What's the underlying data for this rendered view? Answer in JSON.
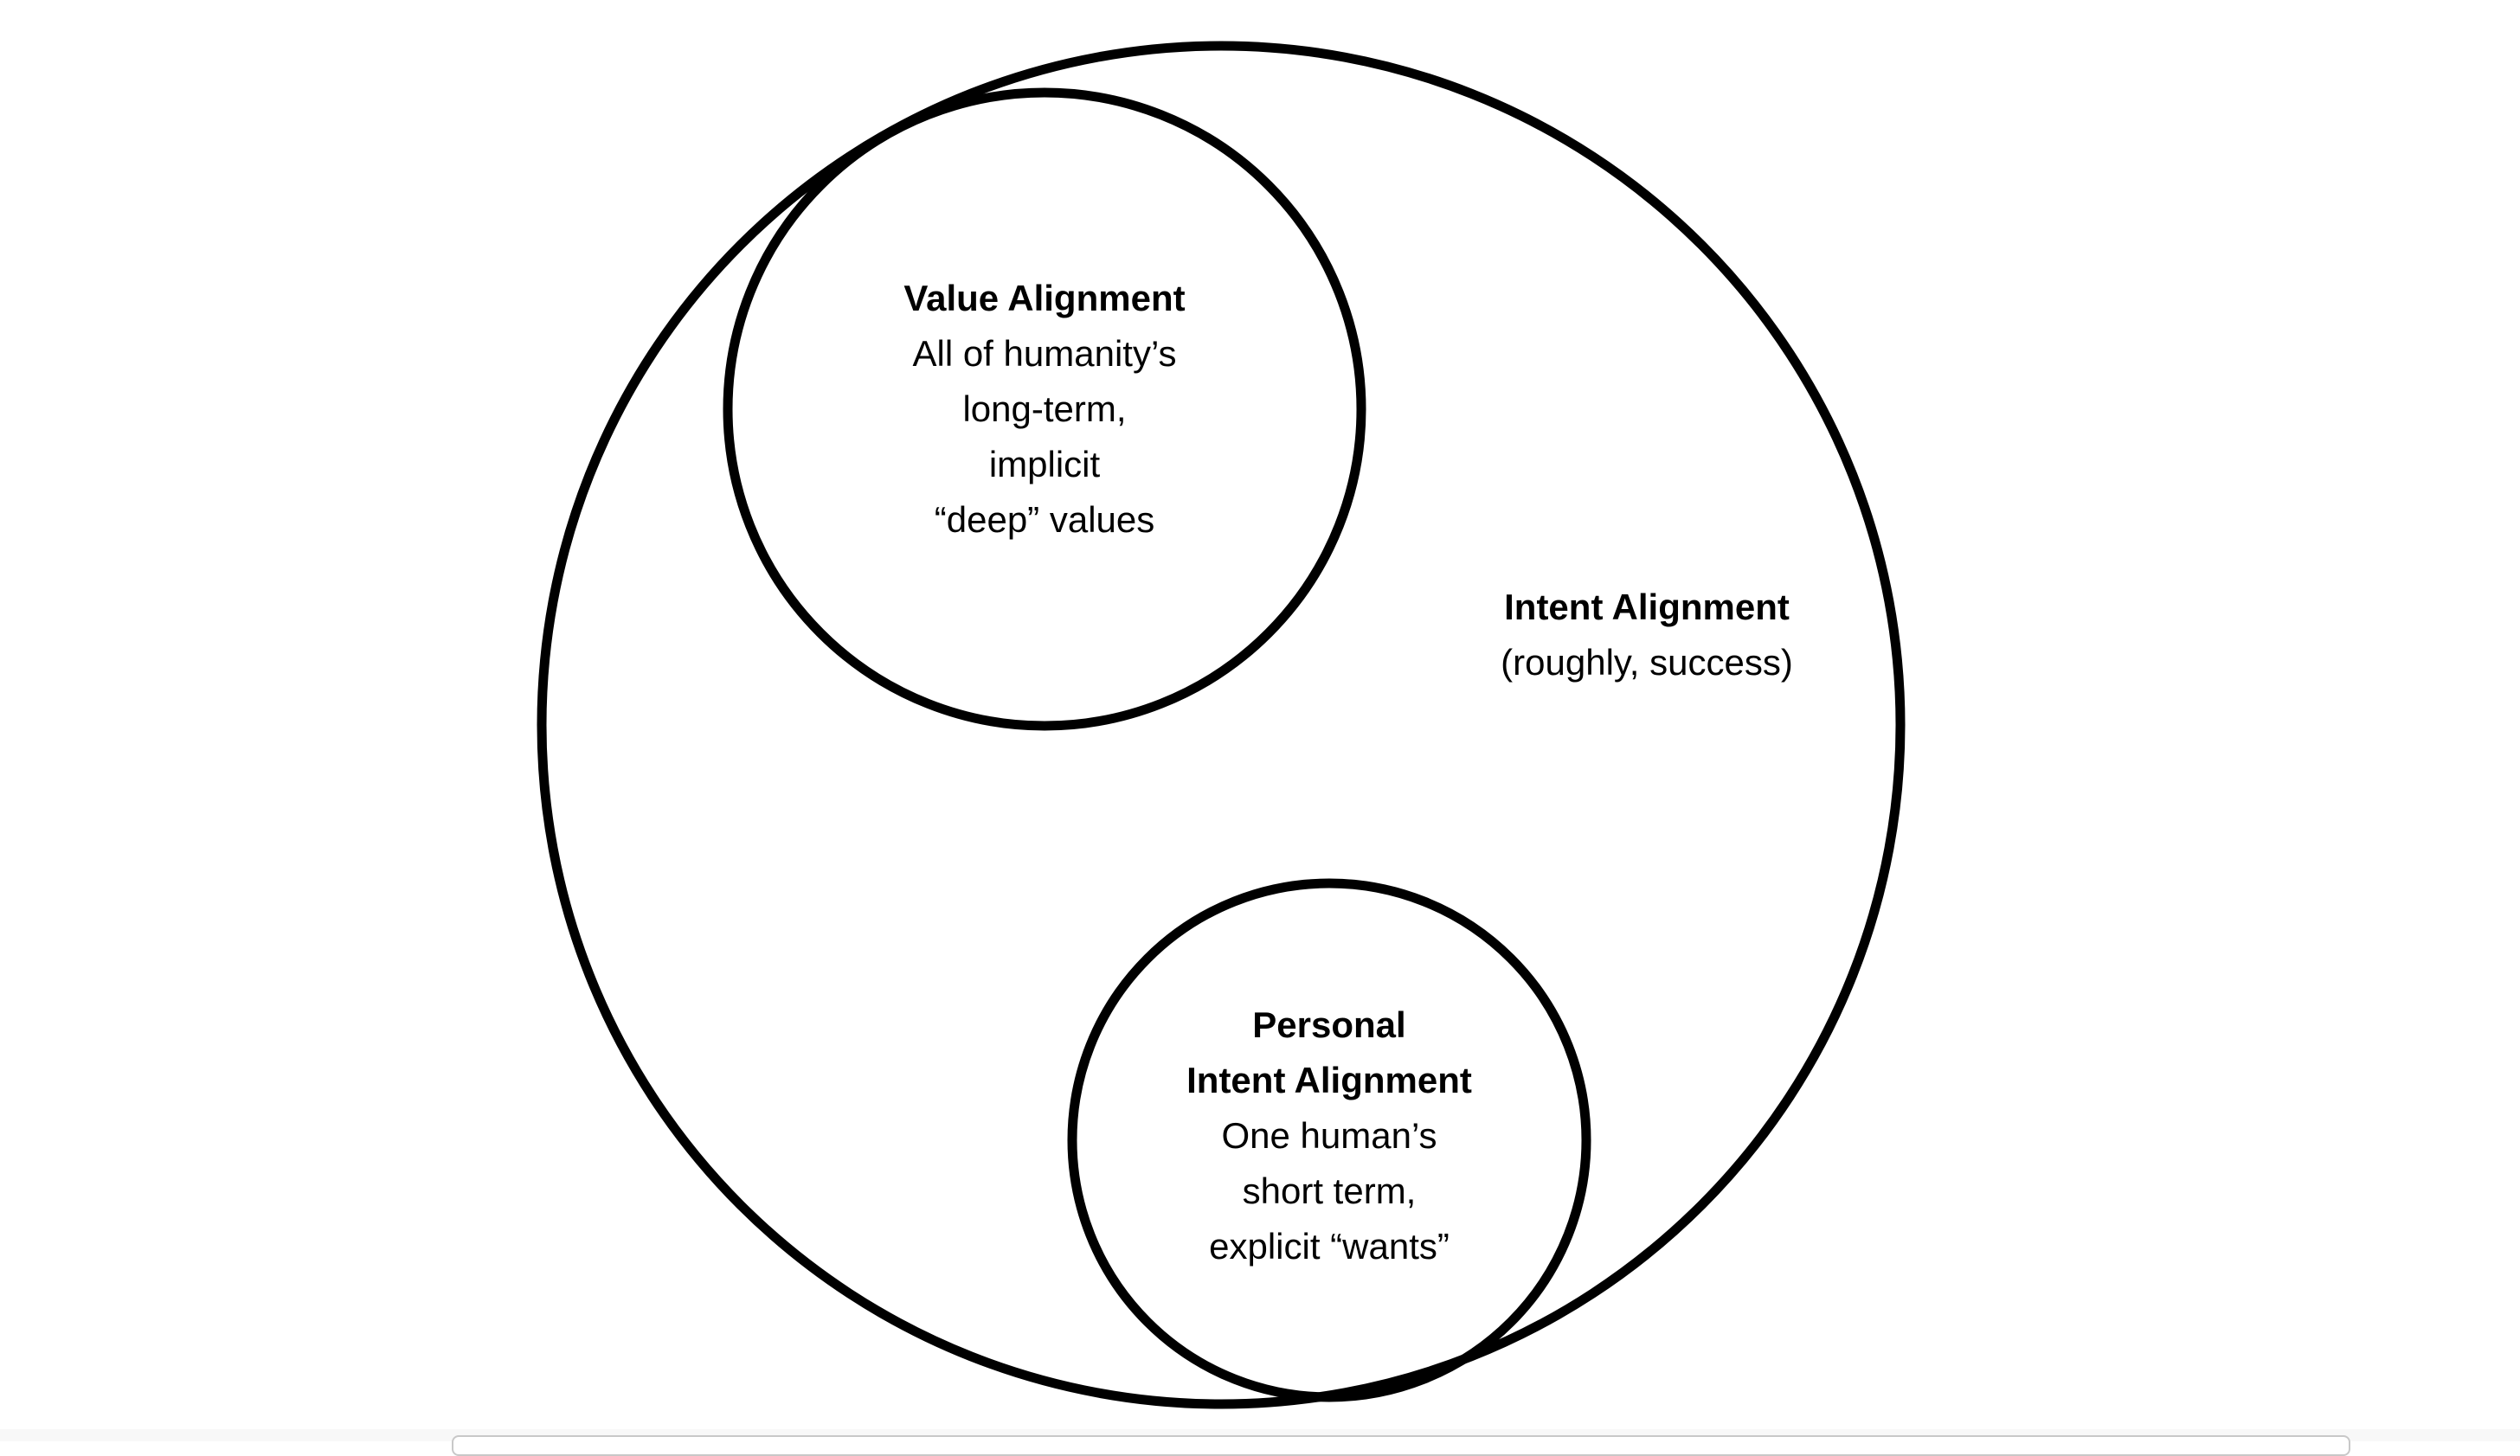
{
  "diagram": {
    "circles": [
      {
        "id": "intent",
        "title": "Intent Alignment",
        "lines": [
          "(roughly, success)"
        ]
      },
      {
        "id": "value",
        "title": "Value Alignment",
        "lines": [
          "All of humanity’s",
          "long-term,",
          "implicit",
          "“deep” values"
        ]
      },
      {
        "id": "personal",
        "title_lines": [
          "Personal",
          "Intent Alignment"
        ],
        "lines": [
          "One human’s",
          "short term,",
          "explicit “wants”"
        ]
      }
    ],
    "stroke_color": "#000000"
  }
}
